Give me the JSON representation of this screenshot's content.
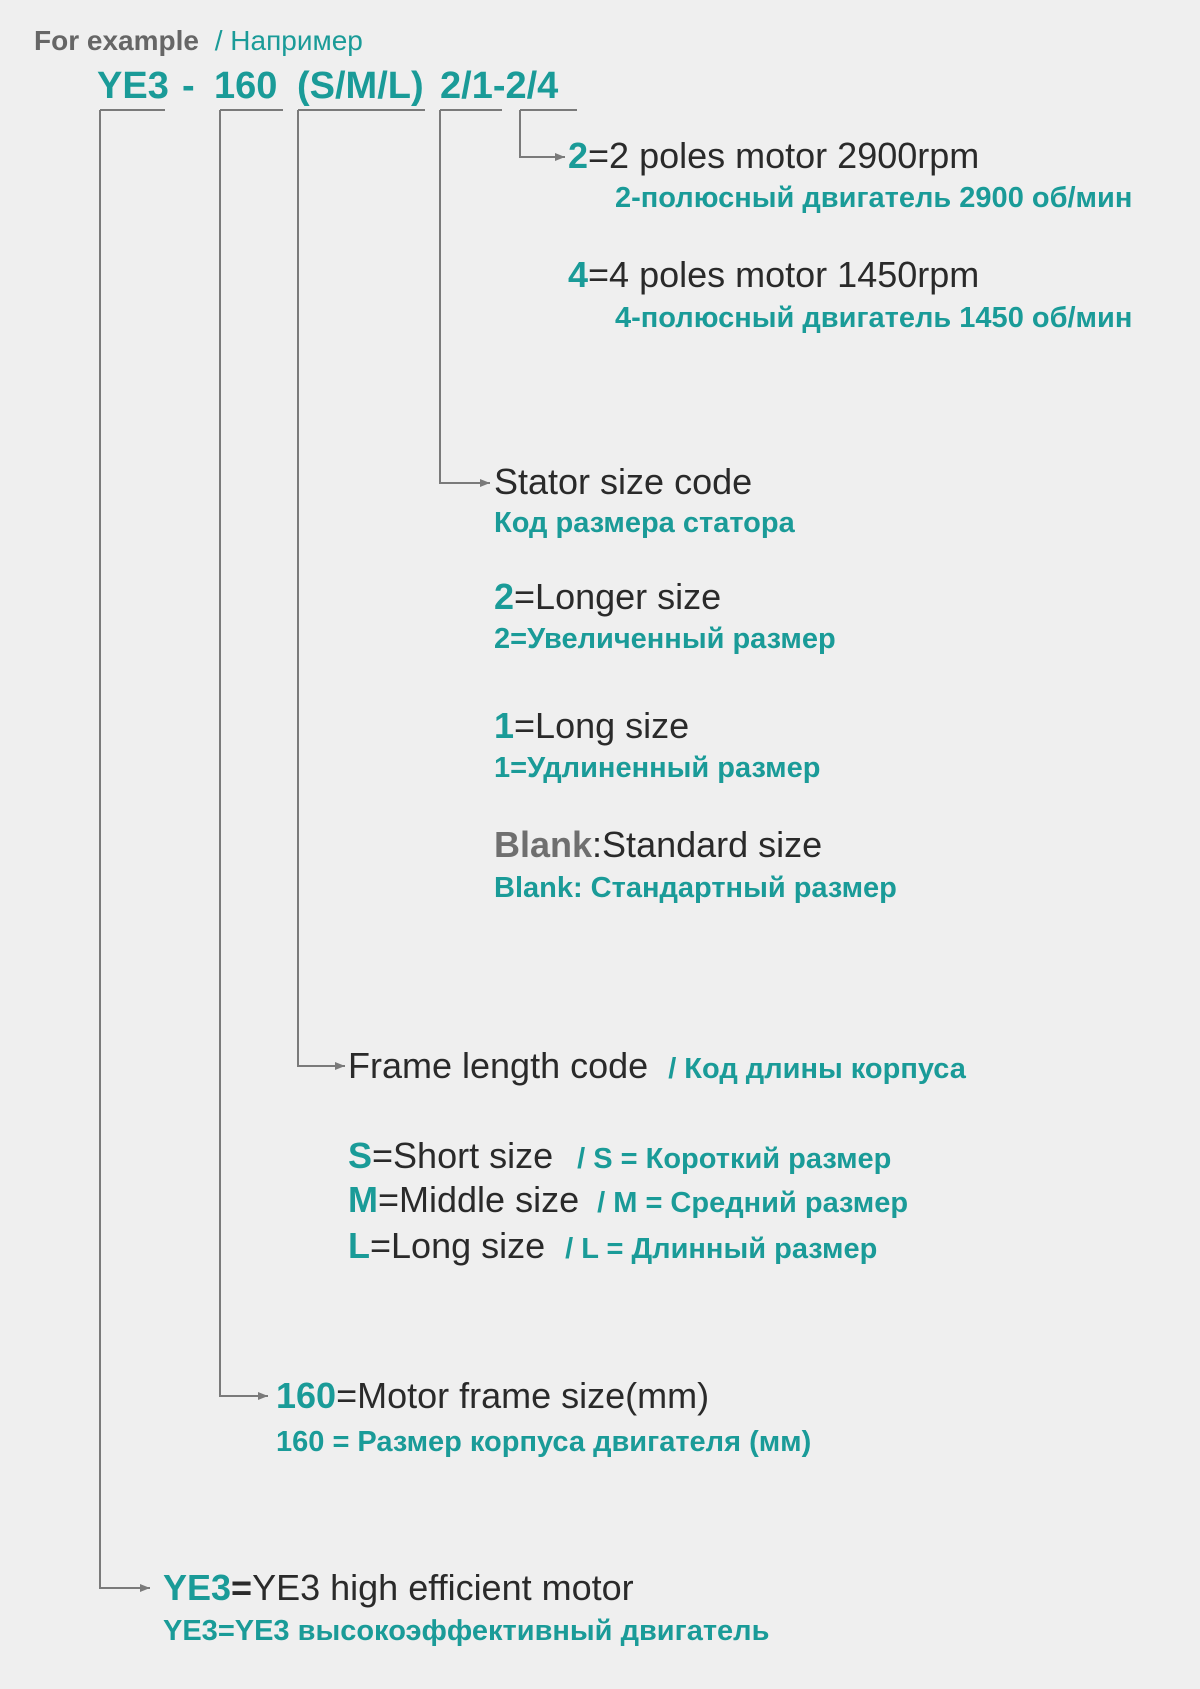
{
  "header": {
    "for_example": "For example",
    "for_example_ru": "/ Например",
    "code_parts": [
      "YE3",
      "-",
      "160",
      "(S/M/L)",
      "2/1-2/4"
    ]
  },
  "poles": {
    "two_key": "2",
    "two_en": "=2 poles motor 2900rpm",
    "two_ru": "2-полюсный двигатель 2900 об/мин",
    "four_key": "4",
    "four_en": "=4 poles motor 1450rpm",
    "four_ru": "4-полюсный двигатель 1450 об/мин"
  },
  "stator": {
    "title_en": "Stator size code",
    "title_ru": "Код размера статора",
    "longer_key": "2",
    "longer_en": "=Longer size",
    "longer_ru": "2=Увеличенный размер",
    "long_key": "1",
    "long_en": "=Long size",
    "long_ru": "1=Удлиненный размер",
    "blank_key": "Blank",
    "blank_en": ":Standard size",
    "blank_ru": "Blank: Стандартный размер"
  },
  "frame_length": {
    "title_en": "Frame length code",
    "title_ru": "/ Код длины корпуса",
    "s_key": "S",
    "s_en": "=Short size",
    "s_ru": "/ S = Короткий размер",
    "m_key": "M",
    "m_en": "=Middle size",
    "m_ru": "/ M = Средний размер",
    "l_key": "L",
    "l_en": "=Long size",
    "l_ru": "/ L = Длинный размер"
  },
  "frame_size": {
    "key": "160",
    "en": "=Motor frame size(mm)",
    "ru": "160 = Размер корпуса двигателя (мм)"
  },
  "motor": {
    "key": "YE3",
    "en_eq": "=",
    "en": "YE3 high efficient motor",
    "ru": "YE3=YE3 высокоэффективный двигатель"
  },
  "colors": {
    "teal": "#1a9b98",
    "text": "#2a2a2a",
    "grey": "#666666",
    "lines": "#7a7a7a",
    "background": "#efefef"
  }
}
